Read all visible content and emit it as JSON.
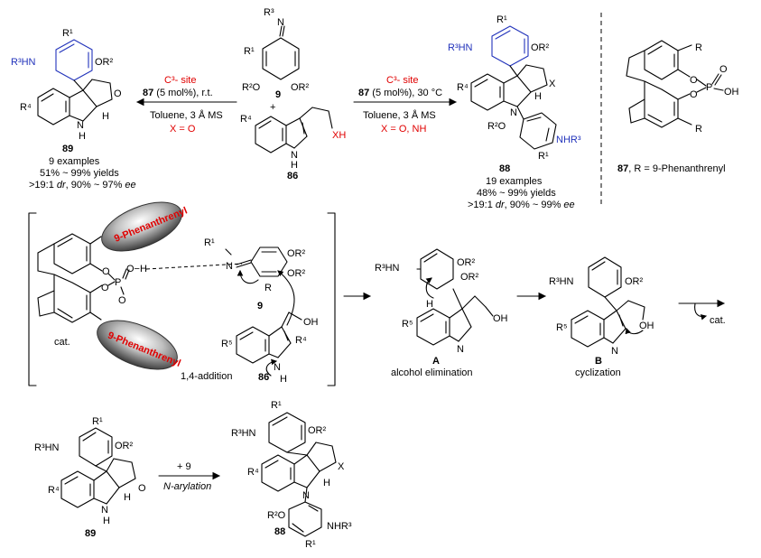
{
  "top": {
    "left": {
      "product": "89",
      "line1": "9 examples",
      "line2": "51% ~ 99% yields",
      "line3_a": ">19:1 ",
      "line3_dr": "dr",
      "line3_b": ", 90% ~ 97% ",
      "line3_ee": "ee",
      "arrow_site": "C³- site",
      "arrow_cat": "87",
      "arrow_cond1": " (5 mol%), r.t.",
      "arrow_cond2": "Toluene, 3 Å MS",
      "arrow_x": "X = O",
      "labels": {
        "r3hn": "R³HN",
        "or2": "OR²",
        "r1": "R¹",
        "r4": "R⁴",
        "n": "N",
        "h1": "H",
        "h2": "H",
        "o": "O"
      }
    },
    "middle": {
      "reagent9": "9",
      "reagent86": "86",
      "plus": "+",
      "labels": {
        "r3": "R³",
        "n": "N",
        "r1": "R¹",
        "r2o": "R²O",
        "or2": "OR²",
        "r4": "R⁴",
        "xh": "XH",
        "nh_n": "N",
        "nh_h": "H"
      }
    },
    "right": {
      "product": "88",
      "line1": "19 examples",
      "line2": "48% ~ 99% yields",
      "line3_a": ">19:1 ",
      "line3_dr": "dr",
      "line3_b": ", 90% ~ 99% ",
      "line3_ee": "ee",
      "arrow_site": "C³- site",
      "arrow_cat": "87",
      "arrow_cond1": " (5 mol%), 30 °C",
      "arrow_cond2": "Toluene, 3 Å MS",
      "arrow_x": "X = O, NH",
      "labels": {
        "r3hn": "R³HN",
        "or2": "OR²",
        "r1": "R¹",
        "r4": "R⁴",
        "n": "N",
        "h": "H",
        "x": "X",
        "r2o": "R²O",
        "nhr3": "NHR³",
        "r1b": "R¹"
      }
    },
    "catalyst": {
      "caption_num": "87",
      "caption_text": ", R = 9-Phenanthrenyl",
      "labels": {
        "r_top": "R",
        "r_bot": "R",
        "o1": "O",
        "o2": "O",
        "p": "P",
        "o3": "O",
        "oh": "OH"
      }
    }
  },
  "mechanism": {
    "cat_label": "cat.",
    "phen_top": "9-Phenanthrenyl",
    "phen_bottom": "9-Phenanthrenyl",
    "step_addition": "1,4-addition",
    "reagent9": "9",
    "reagent86": "86",
    "labels": {
      "o1": "O",
      "o2": "O",
      "p": "P",
      "o3": "O",
      "oh": "O−H",
      "r1": "R¹",
      "n": "N",
      "or2a": "OR²",
      "or2b": "OR²",
      "r": "R",
      "r5": "R⁵",
      "r4": "R⁴",
      "oh2": "OH",
      "nh_n": "N",
      "nh_h": "H"
    },
    "intA": {
      "label": "A",
      "caption": "alcohol elimination",
      "labels": {
        "r3hn": "R³HN",
        "or2a": "OR²",
        "or2b": "OR²",
        "h": "H",
        "oh": "OH",
        "r5": "R⁵",
        "n": "N"
      }
    },
    "intB": {
      "label": "B",
      "caption": "cyclization",
      "labels": {
        "r3hn": "R³HN",
        "or2": "OR²",
        "r5": "R⁵",
        "n": "N",
        "oh": "OH"
      }
    },
    "release": "cat."
  },
  "bottom": {
    "start": "89",
    "product": "88",
    "arrow_top": "+ 9",
    "arrow_bottom": "N-arylation",
    "start_labels": {
      "r1": "R¹",
      "r3hn": "R³HN",
      "or2": "OR²",
      "r4": "R⁴",
      "n": "N",
      "h1": "H",
      "h2": "H",
      "o": "O"
    },
    "prod_labels": {
      "r1": "R¹",
      "r3hn": "R³HN",
      "or2": "OR²",
      "r4": "R⁴",
      "n": "N",
      "h": "H",
      "x": "X",
      "r2o": "R²O",
      "nhr3": "NHR³",
      "r1b": "R¹"
    }
  }
}
